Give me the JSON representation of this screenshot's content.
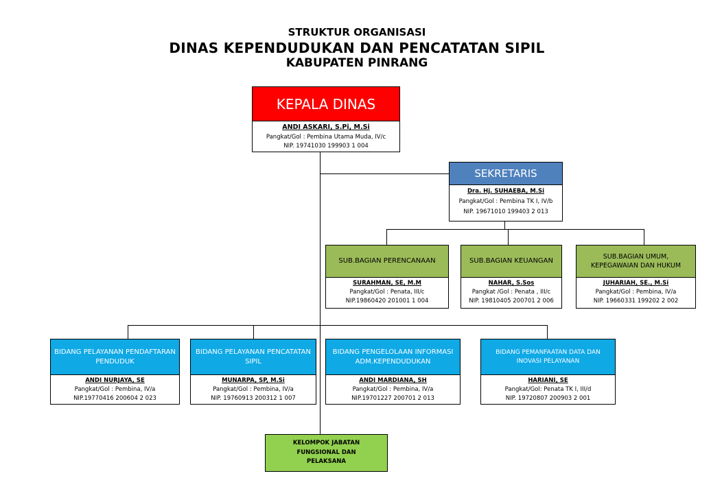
{
  "header": {
    "line1": "STRUKTUR ORGANISASI",
    "line2": "DINAS KEPENDUDUKAN DAN PENCATATAN SIPIL",
    "line3": "KABUPATEN PINRANG"
  },
  "kepala": {
    "title": "KEPALA DINAS",
    "name": "ANDI ASKARI, S.Pi, M.Si",
    "rank": "Pangkat/Gol   : Pembina Utama Muda, IV/c",
    "nip": "NIP. 19741030 199903 1 004"
  },
  "sekretaris": {
    "title": "SEKRETARIS",
    "name": "Dra. Hj. SUHAEBA, M.Si",
    "rank": "Pangkat/Gol : Pembina TK I, IV/b",
    "nip": "NIP. 19671010 199403 2 013"
  },
  "subbagian": [
    {
      "title": "SUB.BAGIAN PERENCANAAN",
      "name": "SURAHMAN, SE, M.M",
      "rank": "Pangkat/Gol : Penata, III/c",
      "nip": "NIP.19860420 201001 1 004"
    },
    {
      "title": "SUB.BAGIAN KEUANGAN",
      "name": "NAHAR, S.Sos",
      "rank": "Pangkat /Gol : Penata , III/c",
      "nip": "NIP. 19810405 200701 2 006"
    },
    {
      "title": "SUB.BAGIAN UMUM, KEPEGAWAIAN DAN HUKUM",
      "name": "JUHARIAH, SE., M.Si",
      "rank": "Pangkat/Gol : Pembina, IV/a",
      "nip": "NIP. 19660331 199202 2 002"
    }
  ],
  "bidang": [
    {
      "title": "BIDANG PELAYANAN PENDAFTARAN PENDUDUK",
      "name": "ANDI NURJAYA, SE",
      "rank": "Pangkat/Gol : Pembina, IV/a",
      "nip": "NIP.19770416 200604 2 023"
    },
    {
      "title": "BIDANG PELAYANAN PENCATATAN SIPIL",
      "name": "MUNARPA, SP, M.Si",
      "rank": "Pangkat/Gol : Pembina, IV/a",
      "nip": "NIP. 19760913 200312 1 007"
    },
    {
      "title": "BIDANG PENGELOLAAN INFORMASI ADM.KEPENDUDUKAN",
      "name": "ANDI MARDIANA, SH",
      "rank": "Pangkat/Gol : Pembina, IV/a",
      "nip": "NIP.19701227 200701 2 013"
    },
    {
      "title": "BIDANG PEMANFAATAN DATA DAN INOVASI PELAYANAN",
      "name": "HARIANI, SE",
      "rank": "Pangkat/Gol: Penata TK I, III/d",
      "nip": "NIP. 19720807 200903 2 001"
    }
  ],
  "kelompok": {
    "title": "KELOMPOK JABATAN FUNGSIONAL DAN PELAKSANA"
  },
  "colors": {
    "kepala_head": "#ff0000",
    "sekretaris_head": "#4f81bd",
    "subbagian_head": "#9bbb59",
    "bidang_head": "#0fa9e6",
    "kelompok_fill": "#92d050"
  }
}
